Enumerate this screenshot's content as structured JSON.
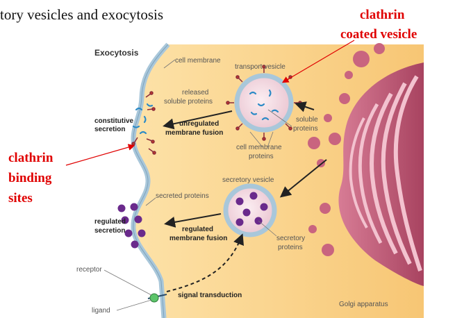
{
  "header": {
    "title_partial": "tory vesicles and exocytosis"
  },
  "diagram": {
    "title": "Exocytosis",
    "labels": {
      "cell_membrane": "cell membrane",
      "transport_vesicle": "transport vesicle",
      "released_1": "released",
      "released_2": "soluble proteins",
      "soluble_1": "soluble",
      "soluble_2": "proteins",
      "constitutive_1": "constitutive",
      "constitutive_2": "secretion",
      "unregulated_1": "unregulated",
      "unregulated_2": "membrane fusion",
      "cm_proteins_1": "cell membrane",
      "cm_proteins_2": "proteins",
      "secretory_vesicle": "secretory vesicle",
      "secreted_proteins": "secreted proteins",
      "regulated_sec_1": "regulated",
      "regulated_sec_2": "secretion",
      "regulated_fusion_1": "regulated",
      "regulated_fusion_2": "membrane fusion",
      "secretory_proteins_1": "secretory",
      "secretory_proteins_2": "proteins",
      "receptor": "receptor",
      "ligand": "ligand",
      "signal_transduction": "signal transduction",
      "golgi": "Golgi apparatus"
    }
  },
  "annotations": {
    "clathrin_vesicle_1": "clathrin",
    "clathrin_vesicle_2": "coated vesicle",
    "clathrin_sites_1": "clathrin",
    "clathrin_sites_2": "binding",
    "clathrin_sites_3": "sites"
  },
  "colors": {
    "annotation_red": "#e00000",
    "cytoplasm": "#fbd79a",
    "golgi": "#c25a78",
    "membrane": "#a9c7da",
    "protein_purple": "#6a2a8c",
    "protein_blue": "#2b8ac6",
    "ligand_green": "#5cc46a"
  }
}
